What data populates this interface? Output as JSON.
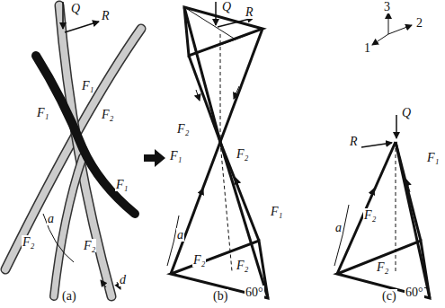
{
  "diagram": {
    "labels": [
      "Q",
      "R",
      "F₁",
      "F₁",
      "F₂",
      "F₁",
      "a",
      "F₂",
      "F₂",
      "d",
      "(a)",
      "Q",
      "R",
      "F₂",
      "F₁",
      "F₂",
      "a",
      "F₁",
      "F₂",
      "F₂",
      "60°",
      "(b)",
      "1",
      "2",
      "3",
      "Q",
      "R",
      "F₁",
      "a",
      "F₂",
      "F₂",
      "60°",
      "(c)"
    ]
  }
}
